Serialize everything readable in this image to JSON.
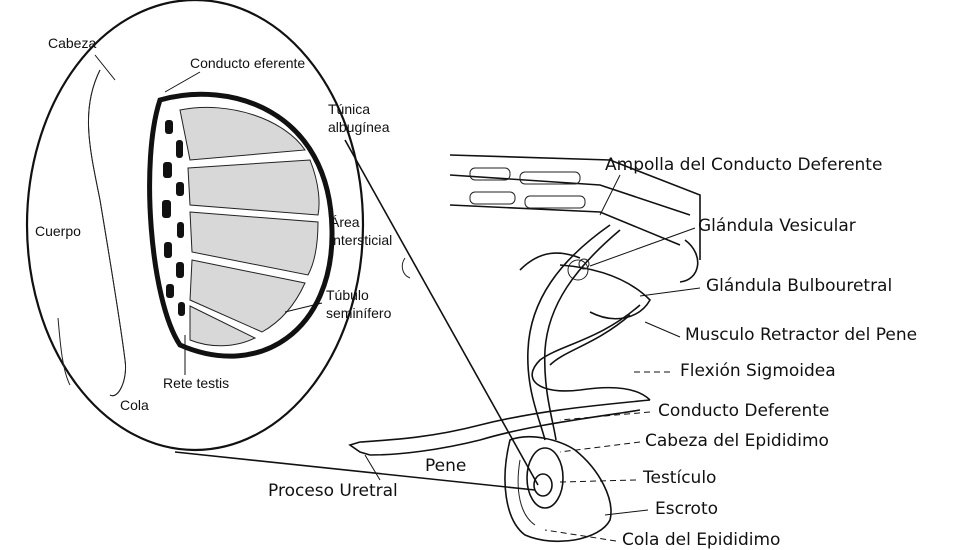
{
  "inset": {
    "labels": {
      "cabeza": "Cabeza",
      "conducto_eferente": "Conducto eferente",
      "tunica_1": "Túnica",
      "tunica_2": "albugínea",
      "cuerpo": "Cuerpo",
      "area_1": "Área",
      "area_2": "intersticial",
      "tubulo_1": "Túbulo",
      "tubulo_2": "seminífero",
      "rete_testis": "Rete testis",
      "cola": "Cola"
    }
  },
  "main": {
    "labels": {
      "ampolla": "Ampolla del Conducto Deferente",
      "glandula_vesicular": "Glándula Vesicular",
      "glandula_bulbouretral": "Glándula Bulbouretral",
      "musculo_retractor": "Musculo Retractor del Pene",
      "flexion_sigmoidea": "Flexión Sigmoidea",
      "conducto_deferente": "Conducto Deferente",
      "cabeza_epididimo": "Cabeza del Epididimo",
      "testiculo": "Testículo",
      "escroto": "Escroto",
      "cola_epididimo": "Cola del Epididimo",
      "pene": "Pene",
      "proceso_uretral": "Proceso Uretral"
    }
  },
  "colors": {
    "ink": "#111111",
    "tubule_fill": "#d8d8d8",
    "background": "#ffffff"
  }
}
